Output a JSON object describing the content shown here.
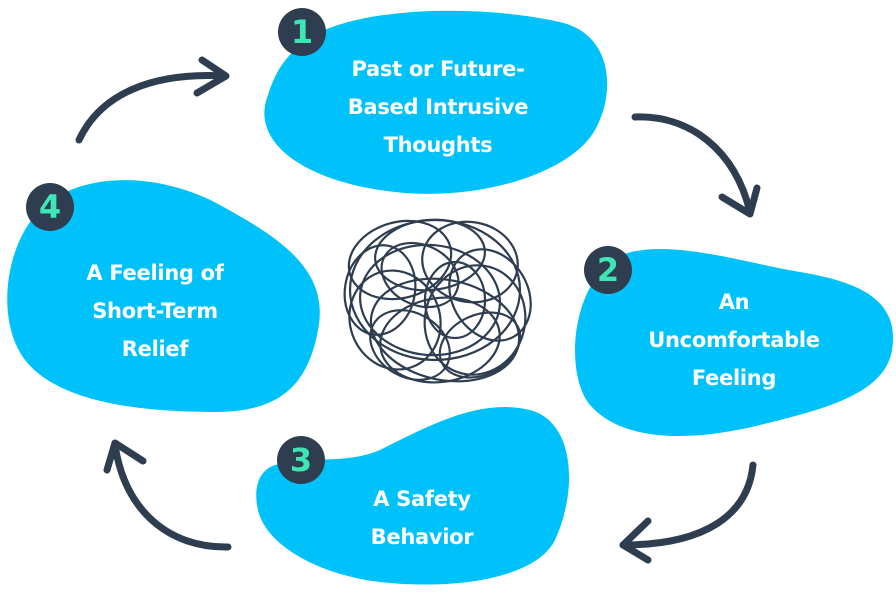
{
  "diagram": {
    "title": "",
    "type": "cycle",
    "colors": {
      "blob": "#00c2fb",
      "badge_bg": "#2e3d4f",
      "badge_text": "#3ee6b4",
      "arrow": "#2e3d4f",
      "text": "#ffffff"
    },
    "center_icon": "tangled-scribble-icon",
    "steps": [
      {
        "number": "1",
        "lines": [
          "Past or Future-",
          "Based Intrusive",
          "Thoughts"
        ]
      },
      {
        "number": "2",
        "lines": [
          "An",
          "Uncomfortable",
          "Feeling"
        ]
      },
      {
        "number": "3",
        "lines": [
          "A Safety",
          "Behavior"
        ]
      },
      {
        "number": "4",
        "lines": [
          "A Feeling of",
          "Short-Term",
          "Relief"
        ]
      }
    ],
    "arrows": [
      {
        "from": "1",
        "to": "2",
        "icon": "curved-arrow-icon"
      },
      {
        "from": "2",
        "to": "3",
        "icon": "curved-arrow-icon"
      },
      {
        "from": "3",
        "to": "4",
        "icon": "curved-arrow-icon"
      },
      {
        "from": "4",
        "to": "1",
        "icon": "curved-arrow-icon"
      }
    ]
  }
}
